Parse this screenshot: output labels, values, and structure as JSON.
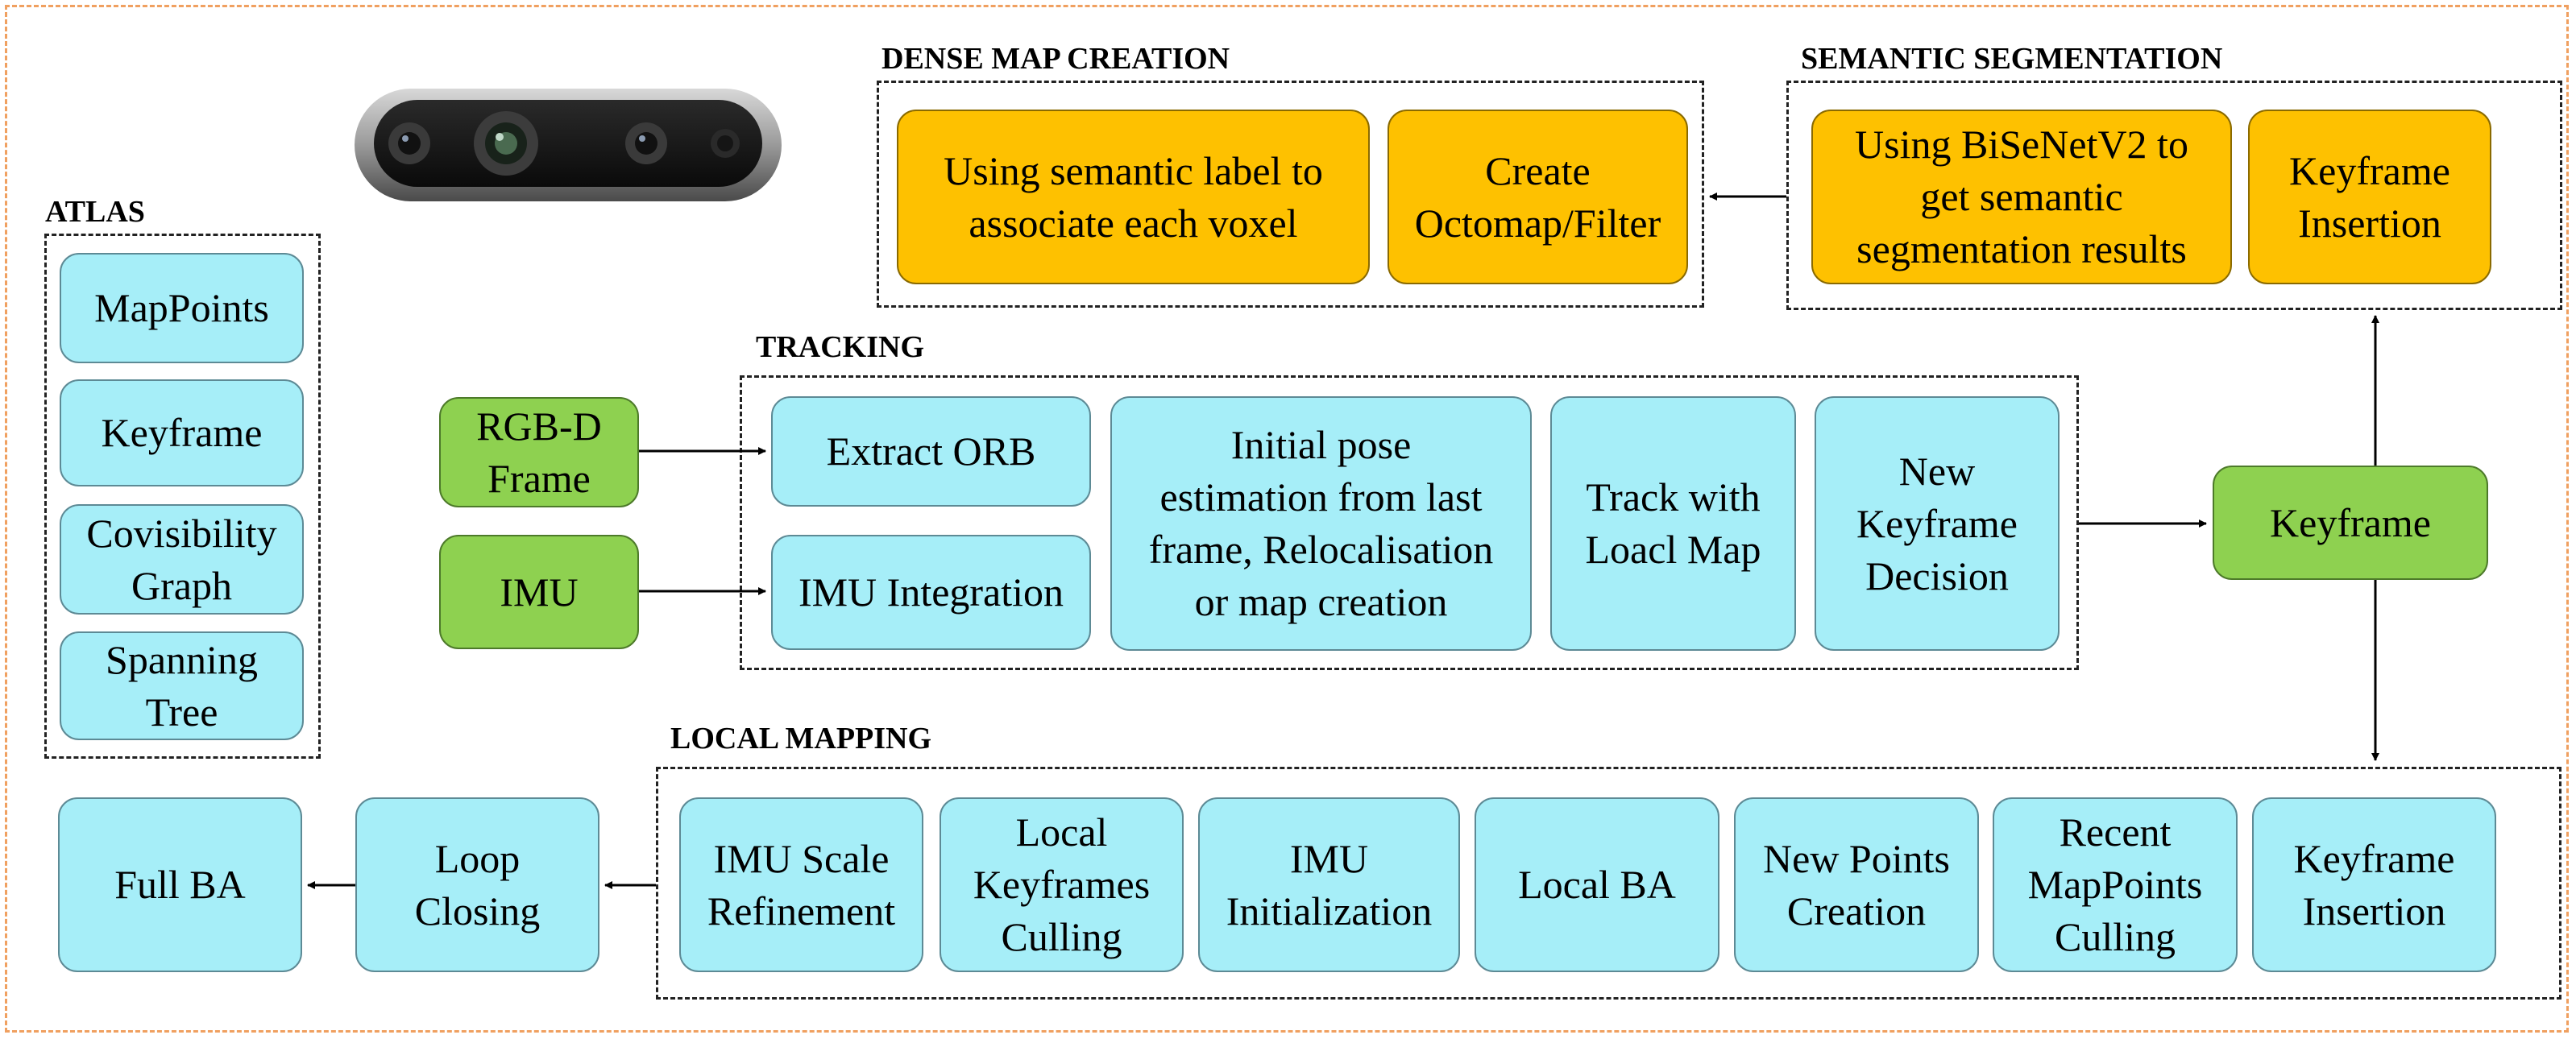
{
  "atlas": {
    "label": "ATLAS",
    "items": [
      "MapPoints",
      "Keyframe",
      "Covisibility\nGraph",
      "Spanning\nTree"
    ]
  },
  "dense_map": {
    "label": "DENSE MAP CREATION",
    "items": [
      "Using semantic label to\nassociate each voxel",
      "Create\nOctomap/Filter"
    ]
  },
  "semantic": {
    "label": "SEMANTIC SEGMENTATION",
    "items": [
      "Using BiSeNetV2 to\nget semantic\nsegmentation results",
      "Keyframe\nInsertion"
    ]
  },
  "inputs": {
    "rgbd": "RGB-D\nFrame",
    "imu": "IMU"
  },
  "tracking": {
    "label": "TRACKING",
    "items": [
      "Extract ORB",
      "IMU Integration",
      "Initial pose\nestimation from last\nframe, Relocalisation\nor map creation",
      "Track with\nLoacl Map",
      "New\nKeyframe\nDecision"
    ]
  },
  "keyframe": "Keyframe",
  "local_mapping": {
    "label": "LOCAL MAPPING",
    "items": [
      "IMU Scale\nRefinement",
      "Local\nKeyframes\nCulling",
      "IMU\nInitialization",
      "Local BA",
      "New Points\nCreation",
      "Recent\nMapPoints\nCulling",
      "Keyframe\nInsertion"
    ]
  },
  "loop_closing": "Loop\nClosing",
  "full_ba": "Full BA",
  "colors": {
    "process": "#a6eef8",
    "semantic": "#fec100",
    "io": "#8ed150",
    "outer_border": "#f0a060"
  }
}
